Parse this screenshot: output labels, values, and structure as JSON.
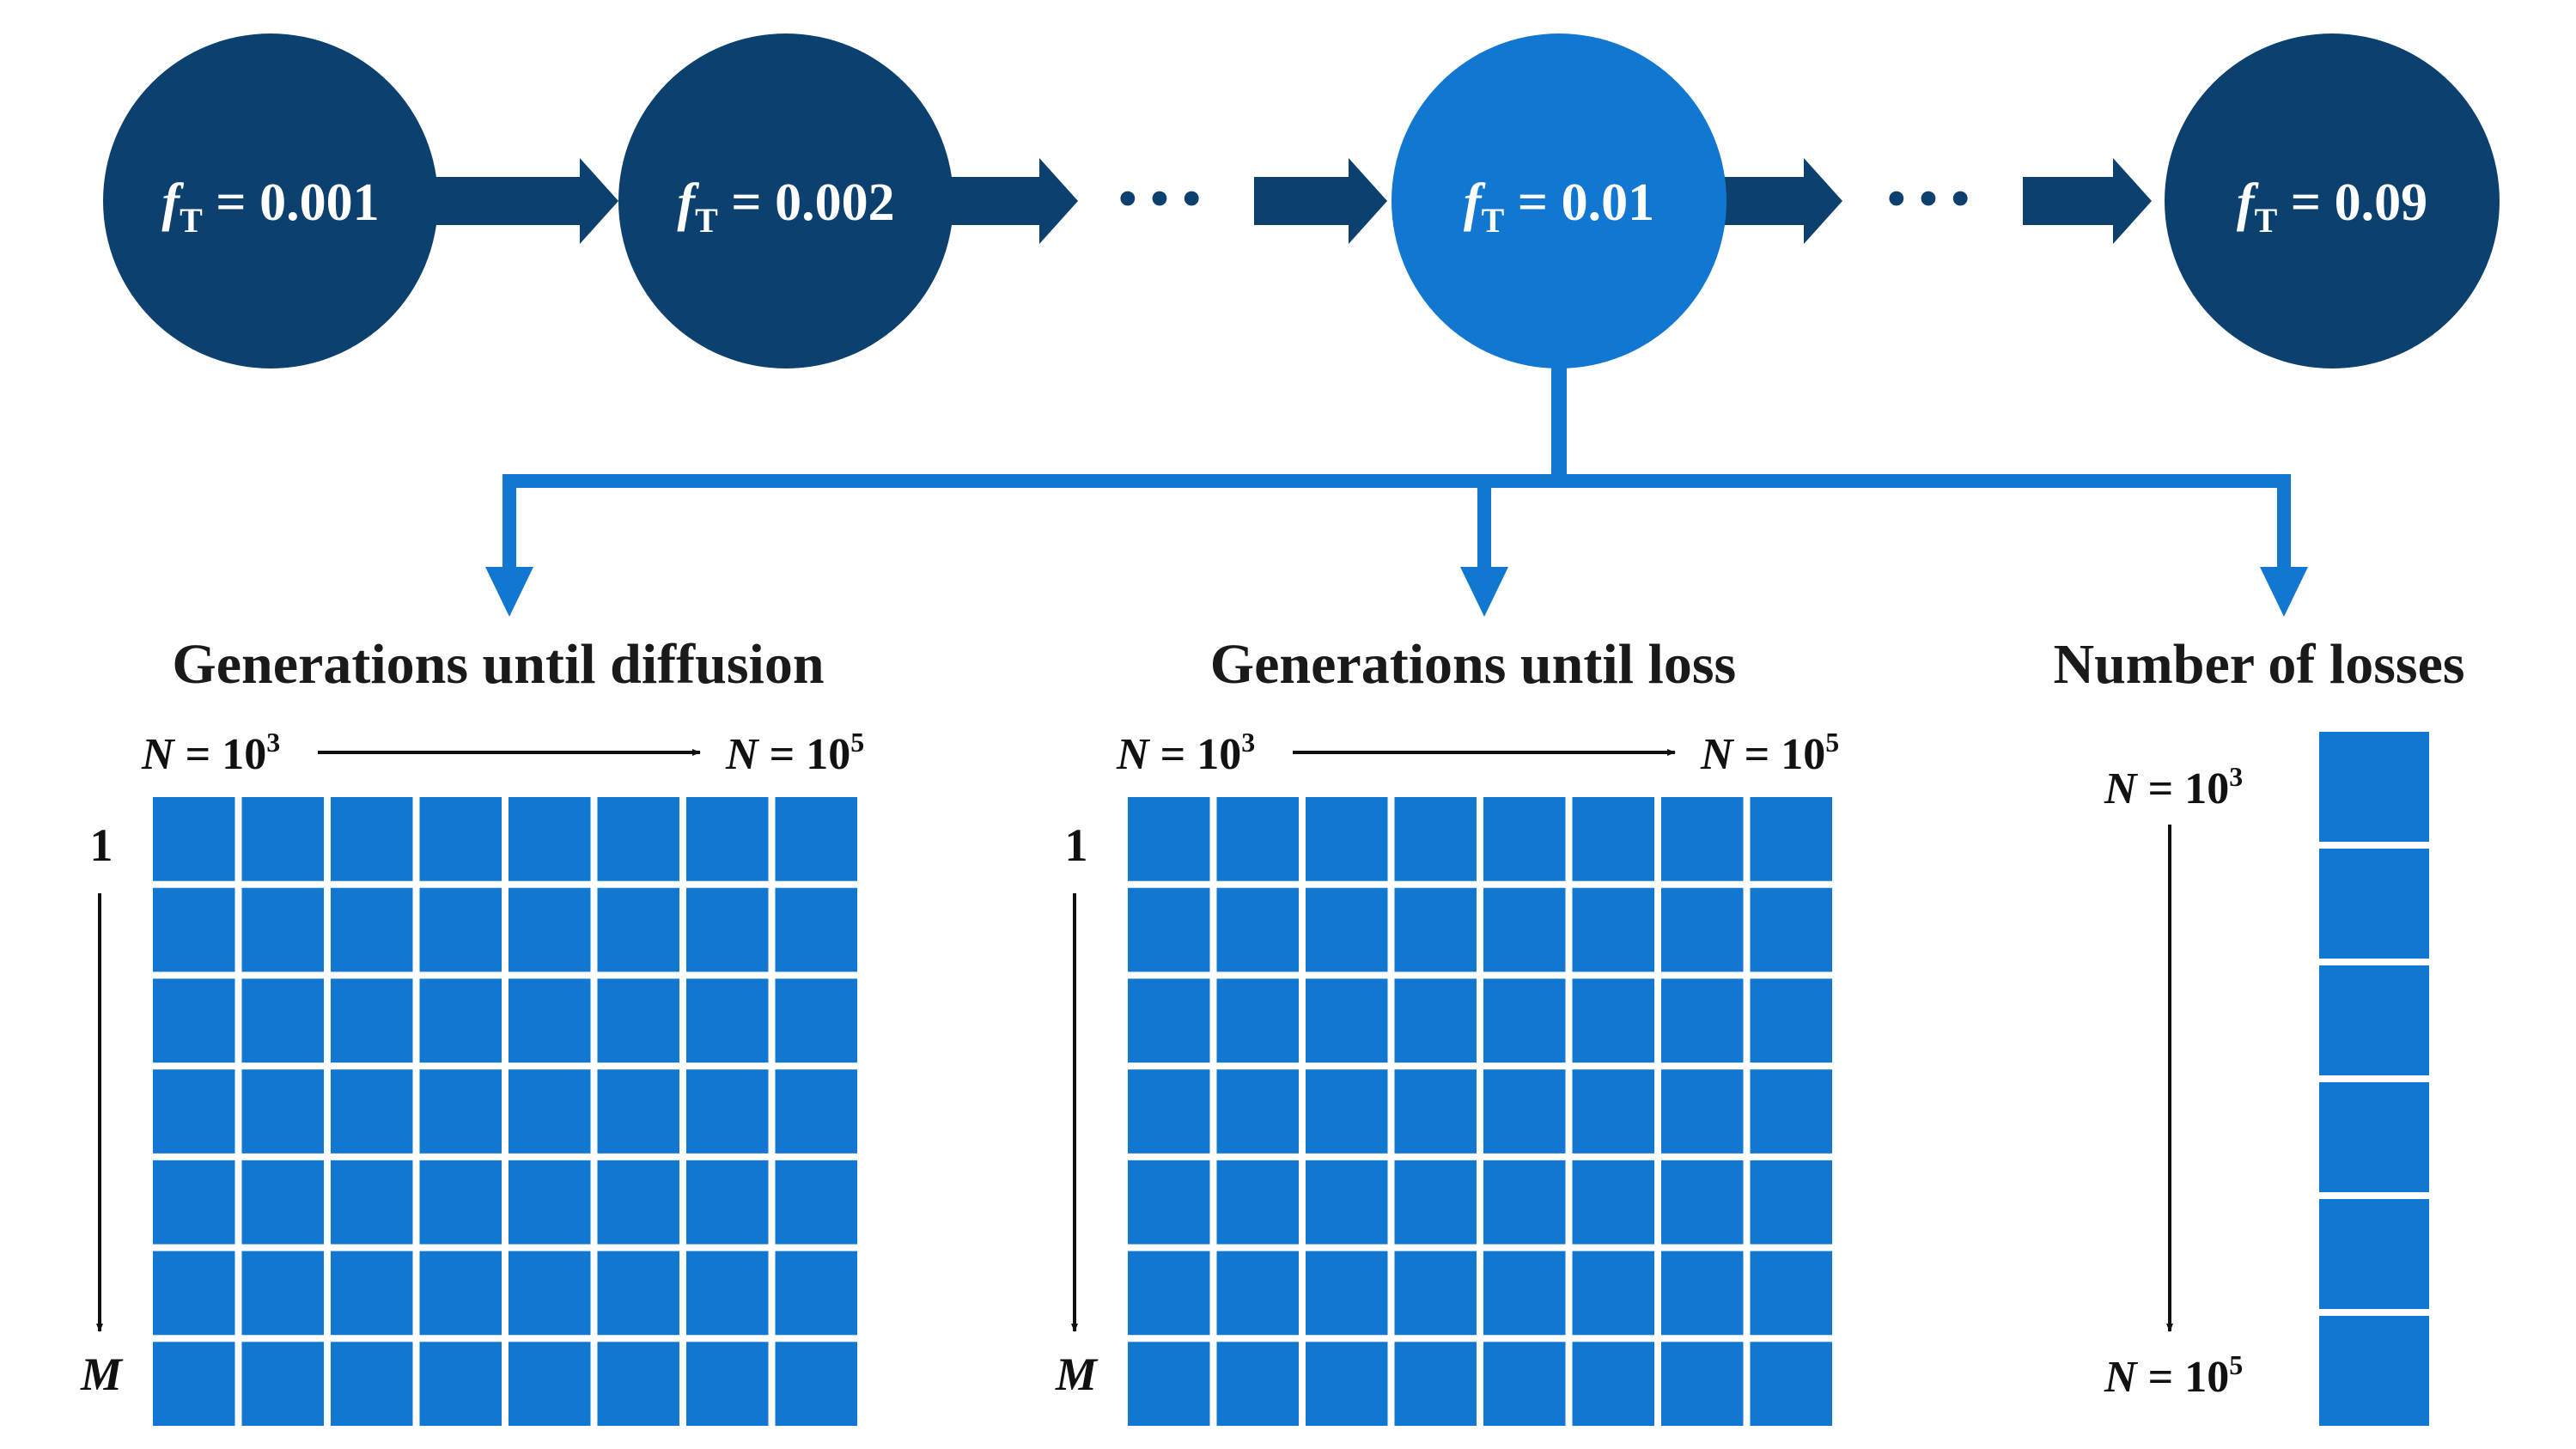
{
  "colors": {
    "dark_node": "#0c406f",
    "active_node": "#1177d1",
    "cell": "#1177d1",
    "cell_gap": "#ffffff",
    "axis_arrow": "#111111",
    "title_text": "#1a1a1a"
  },
  "nodes": [
    {
      "symbol": "f",
      "subscript": "T",
      "value": " = 0.001",
      "active": false
    },
    {
      "symbol": "f",
      "subscript": "T",
      "value": " = 0.002",
      "active": false
    },
    {
      "symbol": "f",
      "subscript": "T",
      "value": " = 0.01",
      "active": true
    },
    {
      "symbol": "f",
      "subscript": "T",
      "value": " = 0.09",
      "active": false
    }
  ],
  "ellipsis": "• • •",
  "panels": {
    "diffusion": {
      "title": "Generations until diffusion",
      "x_start": {
        "var": "N",
        "eq": " = 10",
        "exp": "3"
      },
      "x_end": {
        "var": "N",
        "eq": " = 10",
        "exp": "5"
      },
      "y_start": "1",
      "y_end": "M",
      "grid": {
        "cols": 8,
        "rows": 7
      }
    },
    "loss": {
      "title": "Generations until loss",
      "x_start": {
        "var": "N",
        "eq": " = 10",
        "exp": "3"
      },
      "x_end": {
        "var": "N",
        "eq": " = 10",
        "exp": "5"
      },
      "y_start": "1",
      "y_end": "M",
      "grid": {
        "cols": 8,
        "rows": 7
      }
    },
    "losses": {
      "title": "Number of losses",
      "y_start": {
        "var": "N",
        "eq": " = 10",
        "exp": "3"
      },
      "y_end": {
        "var": "N",
        "eq": " = 10",
        "exp": "5"
      },
      "grid": {
        "cols": 1,
        "rows": 6
      }
    }
  }
}
